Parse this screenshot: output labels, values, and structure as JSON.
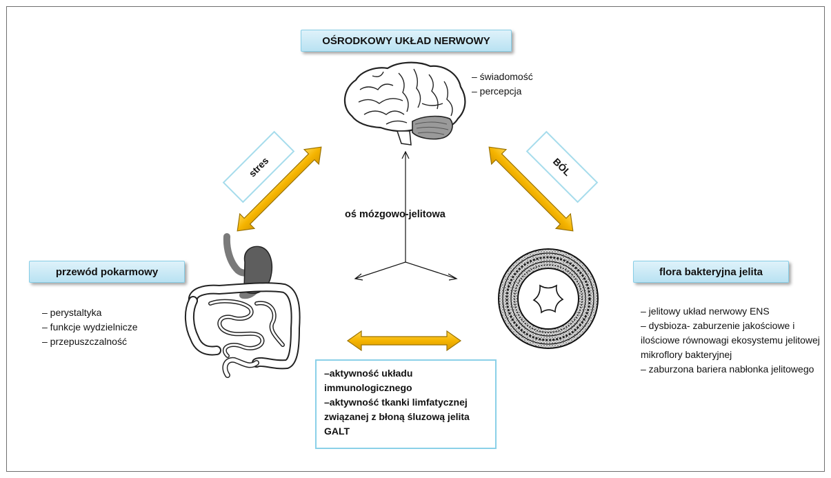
{
  "central_nervous_system": {
    "title": "OŚRODKOWY UKŁAD NERWOWY",
    "items": [
      "– świadomość",
      "– percepcja"
    ]
  },
  "digestive_tract": {
    "title": "przewód pokarmowy",
    "items": [
      "– perystaltyka",
      "– funkcje wydzielnicze",
      "– przepuszczalność"
    ]
  },
  "gut_flora": {
    "title": "flora bakteryjna jelita",
    "items": [
      "– jelitowy układ nerwowy ENS",
      "– dysbioza- zaburzenie jakościowe i ilościowe równowagi ekosystemu jelitowej mikroflory bakteryjnej",
      "– zaburzona bariera nabłonka jelitowego"
    ]
  },
  "immune": {
    "items": [
      "–aktywność układu immunologicznego",
      "–aktywność tkanki limfatycznej związanej z błoną śluzową jelita GALT"
    ]
  },
  "axis_label": "oś mózgowo-jelitowa",
  "arrow_labels": {
    "left": "stres",
    "right": "BÓL"
  },
  "colors": {
    "banner_fill": "#c8e8f5",
    "banner_border": "#86cde6",
    "arrow_fill": "#f5b800",
    "arrow_stroke": "#9a7200",
    "label_box_border": "#a6dcec",
    "frame": "#6e6e6e"
  },
  "icons": [
    "brain-icon",
    "digestive-tract-icon",
    "intestine-cross-section-icon"
  ]
}
